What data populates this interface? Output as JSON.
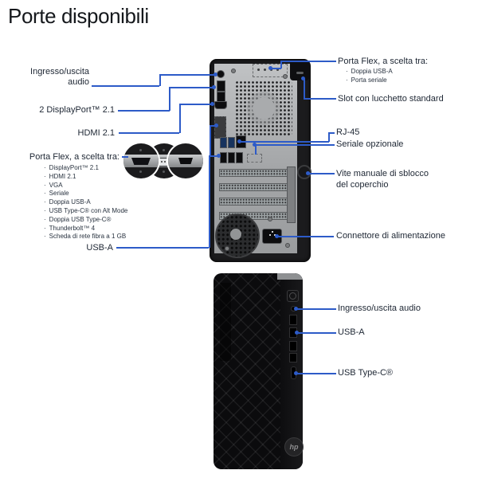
{
  "title": "Porte disponibili",
  "rear": {
    "audio": "Ingresso/uscita audio",
    "displayport": "2 DisplayPort™ 2.1",
    "hdmi": "HDMI 2.1",
    "flex_title": "Porta Flex, a scelta tra:",
    "flex_options": [
      "DisplayPort™ 2.1",
      "HDMI 2.1",
      "VGA",
      "Seriale",
      "Doppia USB-A",
      "USB Type-C® con Alt Mode",
      "Doppia USB Type-C®",
      "Thunderbolt™ 4",
      "Scheda di rete fibra a 1 GB"
    ],
    "usb_a": "USB-A",
    "flex_right_title": "Porta Flex, a scelta tra:",
    "flex_right_options": [
      "Doppia USB-A",
      "Porta seriale"
    ],
    "lock_slot": "Slot con lucchetto standard",
    "rj45": "RJ-45",
    "serial": "Seriale opzionale",
    "thumbscrew": "Vite manuale di sblocco del coperchio",
    "power": "Connettore di alimentazione"
  },
  "front": {
    "audio": "Ingresso/uscita audio",
    "usb_a": "USB-A",
    "usb_c": "USB Type-C®"
  },
  "branding": {
    "logo_text": "hp"
  },
  "colors": {
    "leader_line": "#2D5BC8",
    "label_text": "#1D2633",
    "panel_gray": "#AAACAE",
    "tower_black": "#0B0B0D"
  }
}
